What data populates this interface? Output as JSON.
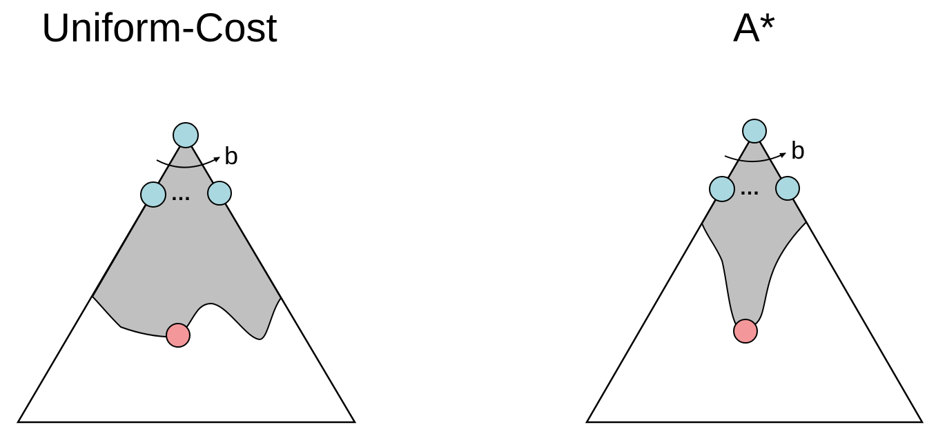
{
  "panels": [
    {
      "title": "Uniform-Cost",
      "branching_label": "b",
      "ellipsis": "…",
      "colors": {
        "explored_fill": "#c0c0c0",
        "node_fill": "#aad8e0",
        "goal_fill": "#f4979a",
        "outline": "#000000"
      }
    },
    {
      "title": "A*",
      "branching_label": "b",
      "ellipsis": "…",
      "colors": {
        "explored_fill": "#c0c0c0",
        "node_fill": "#aad8e0",
        "goal_fill": "#f4979a",
        "outline": "#000000"
      }
    }
  ]
}
